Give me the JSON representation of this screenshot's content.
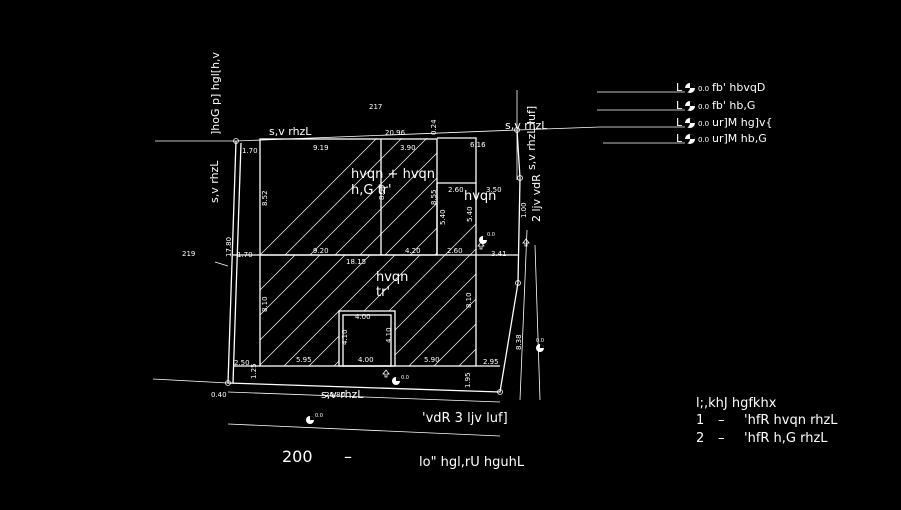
{
  "colors": {
    "background": "#000000",
    "line": "#ffffff"
  },
  "plan": {
    "plot_number_top": "217",
    "plot_number_left": "219",
    "top_road_label": "s,v rhzL",
    "left_vertical_label": "s,v rhzL",
    "left_top_vertical_label": "]hoG p] hgl[h,v",
    "right_top_road_label": "s,v rhzL",
    "right_vertical_label": "s,v rhzL luf]",
    "right_vertical_label2": "2 ljv vdR",
    "bottom_road_label": "s,v rhzL",
    "bottom_plot_label": "'vdR 3 ljv luf]",
    "scale_label": "200",
    "dash": "–",
    "title_label": "lo\" hgl,rU hguhL",
    "upper_block_label1": "hvqn + hvqn",
    "upper_block_label2": "h,G tr'",
    "small_block_label": "hvqn",
    "lower_block_label1": "hvqn",
    "lower_block_label2": "tr'",
    "dimensions": {
      "d_1_70a": "1.70",
      "d_9_19": "9.19",
      "d_20_96": "20.96",
      "d_3_90": "3.90",
      "d_0_24": "0.24",
      "d_6_16": "6.16",
      "d_8_52": "8.52",
      "d_8_50": "8.50",
      "d_8_55": "8.55",
      "d_2_60a": "2.60",
      "d_3_50": "3.50",
      "d_5_40a": "5.40",
      "d_5_40b": "5.40",
      "d_1_00": "1.00",
      "d_9_20": "9.20",
      "d_4_20": "4.20",
      "d_2_60b": "2.60",
      "d_17_80": "17.80",
      "d_1_70b": "1.70",
      "d_18_15": "18.15",
      "d_3_41": "3.41",
      "d_8_10a": "8.10",
      "d_8_10b": "8.10",
      "d_4_00a": "4.00",
      "d_4_10a": "4.10",
      "d_4_10b": "4.10",
      "d_2_50": "2.50",
      "d_5_95": "5.95",
      "d_4_00b": "4.00",
      "d_5_90": "5.90",
      "d_2_95": "2.95",
      "d_1_25": "1.25",
      "d_1_95": "1.95",
      "d_8_38": "8.38",
      "d_0_40": "0.40",
      "d_20_80": "20.80",
      "m_0_0a": "0.0",
      "m_0_0b": "0.0",
      "m_0_0c": "0.0",
      "m_0_0d": "0.0"
    }
  },
  "legend": {
    "items": [
      {
        "num": "0.0",
        "text": "fb' hbvqD"
      },
      {
        "num": "0.0",
        "text": "fb' hb,G"
      },
      {
        "num": "0.0",
        "text": "ur]M hg]v{"
      },
      {
        "num": "0.0",
        "text": "ur]M hb,G"
      }
    ],
    "glyph": "L"
  },
  "notes": {
    "title": "l;,khJ hgfkhx",
    "rows": [
      {
        "num": "1",
        "dash": "–",
        "text": "'hfR hvqn rhzL"
      },
      {
        "num": "2",
        "dash": "–",
        "text": "'hfR h,G rhzL"
      }
    ]
  }
}
